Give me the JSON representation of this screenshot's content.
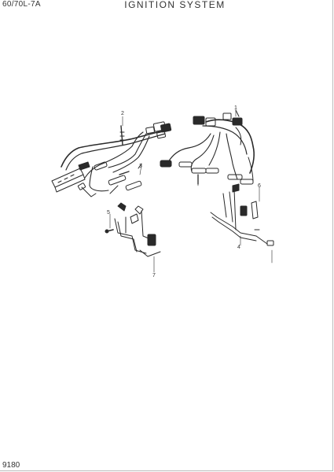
{
  "header": {
    "model": "60/70L-7A",
    "title": "IGNITION SYSTEM"
  },
  "footer": {
    "page_number": "9180"
  },
  "callouts": [
    "1",
    "2",
    "3",
    "4",
    "5",
    "6",
    "7"
  ],
  "colors": {
    "line": "#2a2a2a",
    "background": "#ffffff"
  }
}
